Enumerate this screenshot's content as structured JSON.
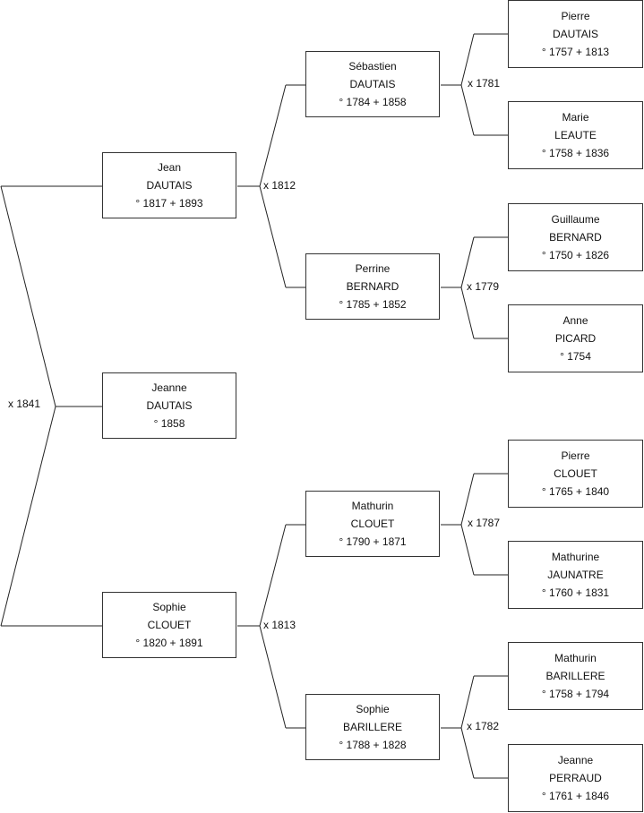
{
  "persons": {
    "jeanne": {
      "first": "Jeanne",
      "last": "DAUTAIS",
      "dates": "° 1858"
    },
    "jean": {
      "first": "Jean",
      "last": "DAUTAIS",
      "dates": "° 1817 + 1893"
    },
    "sophie_c": {
      "first": "Sophie",
      "last": "CLOUET",
      "dates": "° 1820 + 1891"
    },
    "sebastien": {
      "first": "Sébastien",
      "last": "DAUTAIS",
      "dates": "° 1784 + 1858"
    },
    "perrine": {
      "first": "Perrine",
      "last": "BERNARD",
      "dates": "° 1785 + 1852"
    },
    "mathurin_c": {
      "first": "Mathurin",
      "last": "CLOUET",
      "dates": "° 1790 + 1871"
    },
    "sophie_b": {
      "first": "Sophie",
      "last": "BARILLERE",
      "dates": "° 1788 + 1828"
    },
    "pierre_d": {
      "first": "Pierre",
      "last": "DAUTAIS",
      "dates": "° 1757 + 1813"
    },
    "marie": {
      "first": "Marie",
      "last": "LEAUTE",
      "dates": "° 1758 + 1836"
    },
    "guillaume": {
      "first": "Guillaume",
      "last": "BERNARD",
      "dates": "° 1750 + 1826"
    },
    "anne": {
      "first": "Anne",
      "last": "PICARD",
      "dates": "° 1754"
    },
    "pierre_c": {
      "first": "Pierre",
      "last": "CLOUET",
      "dates": "° 1765 + 1840"
    },
    "mathurine": {
      "first": "Mathurine",
      "last": "JAUNATRE",
      "dates": "° 1760 + 1831"
    },
    "mathurin_b": {
      "first": "Mathurin",
      "last": "BARILLERE",
      "dates": "° 1758 + 1794"
    },
    "jeanne_p": {
      "first": "Jeanne",
      "last": "PERRAUD",
      "dates": "° 1761 + 1846"
    }
  },
  "marriages": {
    "m1841": "x 1841",
    "m1812": "x 1812",
    "m1813": "x 1813",
    "m1781": "x 1781",
    "m1779": "x 1779",
    "m1787": "x 1787",
    "m1782": "x 1782"
  }
}
